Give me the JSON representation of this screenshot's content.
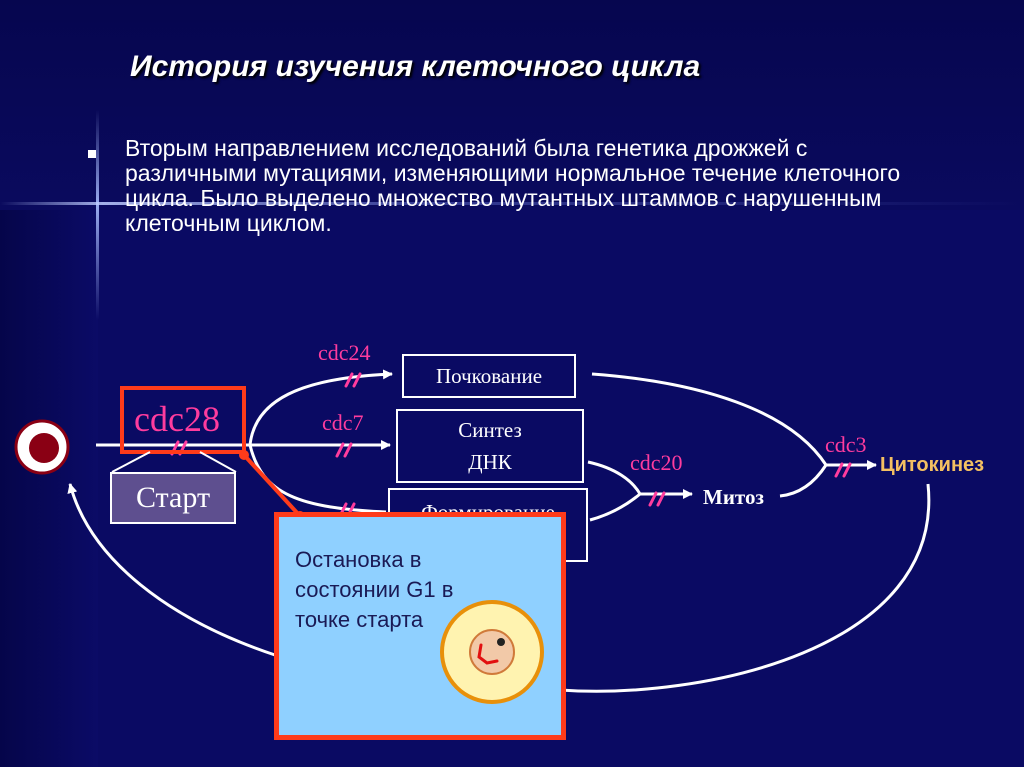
{
  "slide": {
    "title": "История изучения клеточного цикла",
    "bullet_text": "Вторым направлением исследований была генетика дрожжей с различными мутациями, изменяющими нормальное течение клеточного цикла. Было выделено множество мутантных штаммов с нарушенным клеточным циклом."
  },
  "diagram": {
    "genes": {
      "cdc24": "cdc24",
      "cdc7": "cdc7",
      "cdc28": "cdc28",
      "cdc20": "cdc20",
      "cdc3": "cdc3"
    },
    "stages": {
      "budding": "Почкование",
      "dna_synthesis_line1": "Синтез",
      "dna_synthesis_line2": "ДНК",
      "formation": "Формирование",
      "mitosis": "Митоз",
      "cytokinesis": "Цитокинез"
    },
    "start_label": "Старт",
    "note": "Остановка в состоянии G1 в точке старта"
  },
  "colors": {
    "background": "#0a0a63",
    "gene_label": "#ff3c9e",
    "highlight_border": "#ff3b1a",
    "start_fill": "#5e4f8f",
    "note_fill": "#8fd0ff",
    "cytokinesis": "#f4c062"
  }
}
